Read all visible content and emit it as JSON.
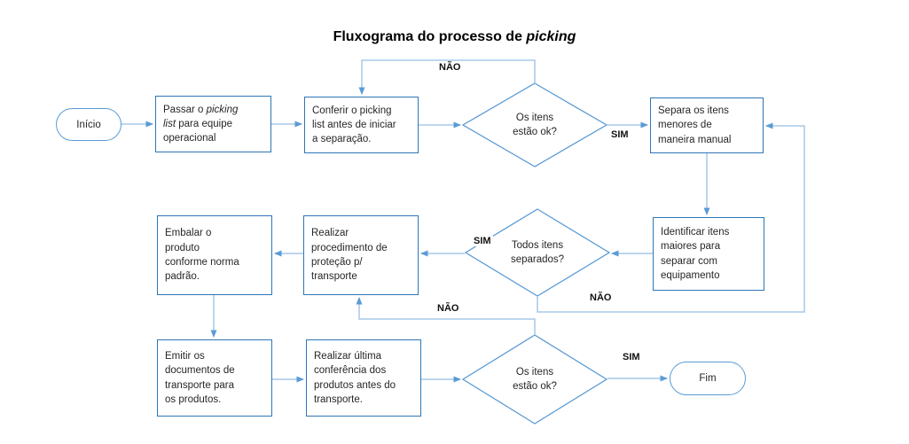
{
  "title": {
    "prefix": "Fluxograma do processo de ",
    "italic": "picking"
  },
  "colors": {
    "box_border": "#2e75b6",
    "shape_border": "#5b9bd5",
    "connector": "#a6c9e8",
    "arrowhead": "#5b9bd5",
    "text": "#262626",
    "label_text": "#111111"
  },
  "nodes": {
    "start": {
      "label": "Início"
    },
    "pass_picking": {
      "prefix": "Passar o ",
      "italic": "picking list",
      "suffix": " para equipe operacional"
    },
    "check_list": {
      "label": "Conferir o picking\nlist antes de iniciar\na separação."
    },
    "items_ok_1": {
      "label": "Os itens\nestão ok?"
    },
    "separate_small": {
      "label": "Separa os itens\nmenores de\nmaneira manual"
    },
    "identify_large": {
      "label": "Identificar itens\nmaiores para\nseparar com\nequipamento"
    },
    "all_separated": {
      "label": "Todos itens\nseparados?"
    },
    "protection": {
      "label": "Realizar\nprocedimento de\nproteção p/\ntransporte"
    },
    "pack": {
      "label": "Embalar o\nproduto\nconforme norma\npadrão."
    },
    "emit_docs": {
      "label": "Emitir os\ndocumentos de\ntransporte para\nos produtos."
    },
    "final_check": {
      "label": "Realizar última\nconferência dos\nprodutos antes do\ntransporte."
    },
    "items_ok_2": {
      "label": "Os itens\nestão ok?"
    },
    "end": {
      "label": "Fim"
    }
  },
  "edge_labels": {
    "nao_recheck": "NÃO",
    "sim_items_ok1": "SIM",
    "sim_all_separated": "SIM",
    "nao_all_separated": "NÃO",
    "nao_items_ok2": "NÃO",
    "sim_items_ok2": "SIM"
  }
}
